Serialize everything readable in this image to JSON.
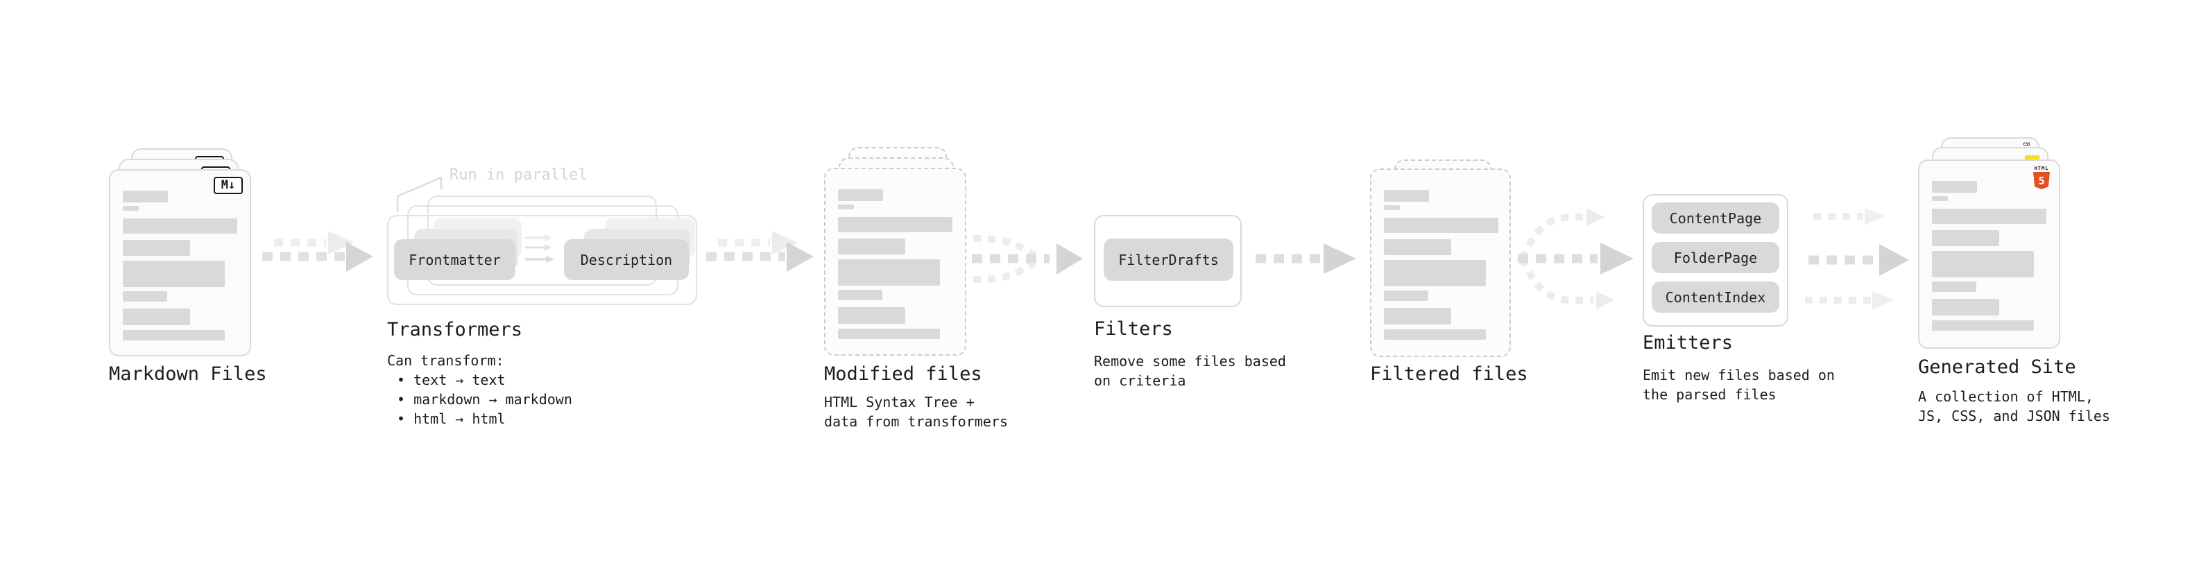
{
  "diagram": {
    "nodes": {
      "markdown_files": {
        "label": "Markdown Files",
        "icon_label": "M↓"
      },
      "transformers": {
        "label": "Transformers",
        "note": "Run in parallel",
        "pills": [
          "Frontmatter",
          "Description"
        ],
        "desc_lines": [
          "Can transform:",
          "• text → text",
          "• markdown → markdown",
          "• html → html"
        ]
      },
      "modified_files": {
        "label": "Modified files",
        "desc_lines": [
          "HTML Syntax Tree +",
          "data from transformers"
        ]
      },
      "filters": {
        "label": "Filters",
        "pill": "FilterDrafts",
        "desc_lines": [
          "Remove some files based",
          "on criteria"
        ]
      },
      "filtered_files": {
        "label": "Filtered files"
      },
      "emitters": {
        "label": "Emitters",
        "pills": [
          "ContentPage",
          "FolderPage",
          "ContentIndex"
        ],
        "desc_lines": [
          "Emit new files based on",
          "the parsed files"
        ]
      },
      "generated_site": {
        "label": "Generated Site",
        "desc_lines": [
          "A collection of HTML,",
          "JS, CSS, and JSON files"
        ],
        "badges": {
          "css": "CSS",
          "html_text": "HTML",
          "html_number": "5"
        }
      }
    },
    "colors": {
      "pill_fill": "#d9d9d9",
      "card_fill": "#fbfbfb",
      "arrow_dark": "#dfdfdf",
      "arrow_light": "#eeeeee",
      "arrowhead_dark": "#d5d5d5",
      "arrowhead_light": "#ececec",
      "note_gray": "#d4d4d4",
      "text": "#1c1c1c",
      "css_blue": "#2b63f1",
      "js_yellow": "#f7df1e",
      "html_orange": "#e34f26"
    }
  }
}
